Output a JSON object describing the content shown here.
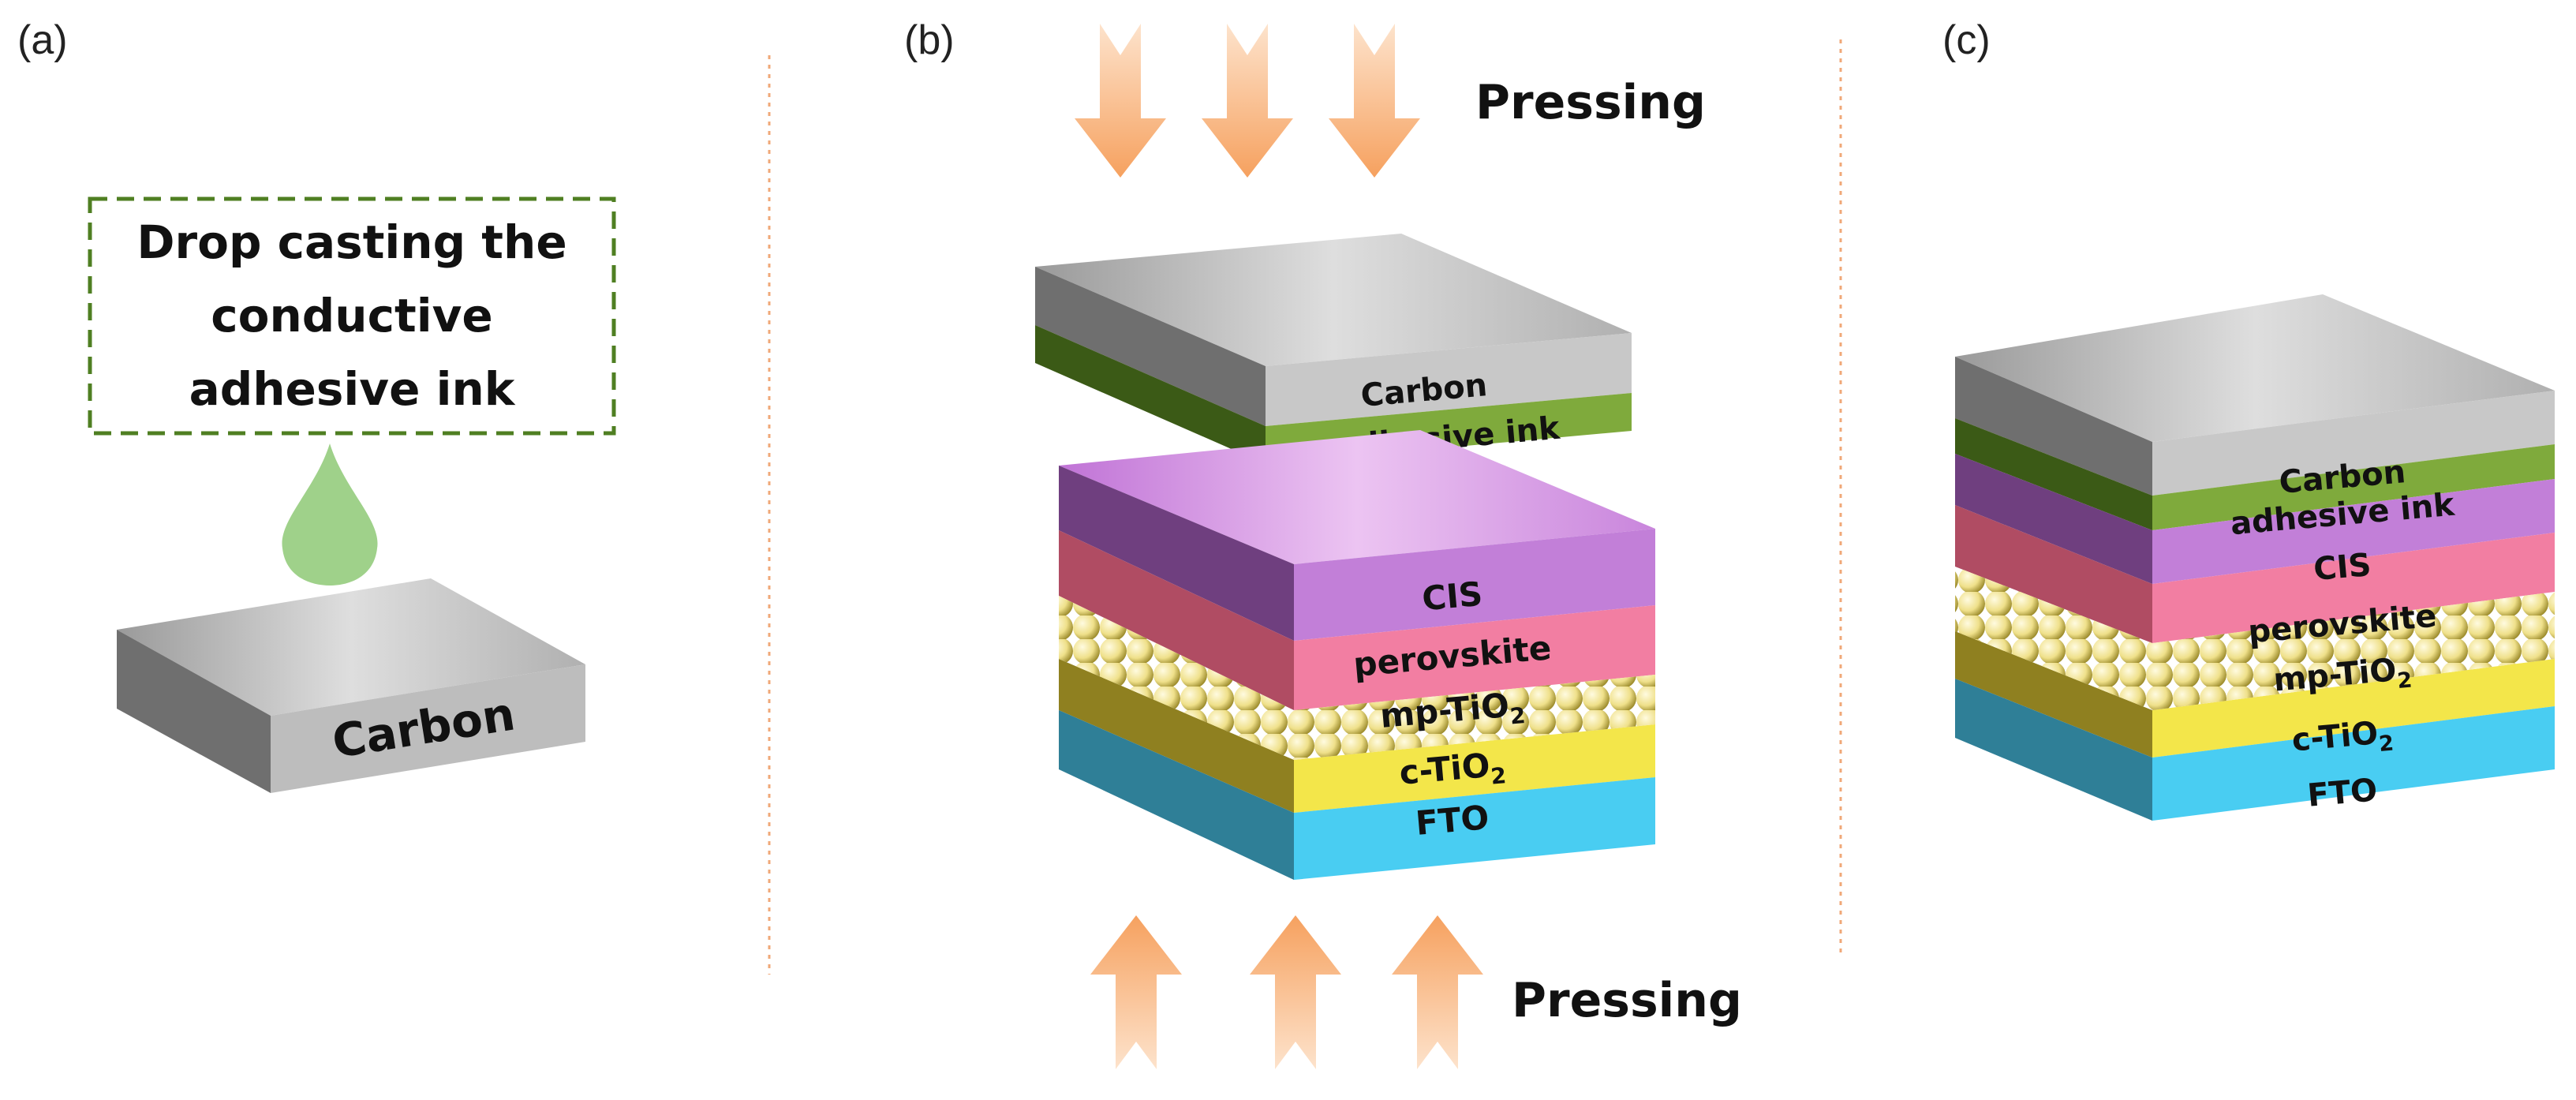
{
  "panels": {
    "a": {
      "label": "(a)"
    },
    "b": {
      "label": "(b)"
    },
    "c": {
      "label": "(c)"
    }
  },
  "drop_box": {
    "line1": "Drop casting the",
    "line2": "conductive",
    "line3": "adhesive ink"
  },
  "pressing": {
    "top": "Pressing",
    "bottom": "Pressing"
  },
  "layers": {
    "carbon": "Carbon",
    "adhesive": "adhesive ink",
    "cis": "CIS",
    "perovskite": "perovskite",
    "mp_tio2": "mp-TiO",
    "c_tio2": "c-TiO",
    "fto": "FTO",
    "subscript": "2"
  },
  "colors": {
    "carbon": "#b5b5b5",
    "adhesive": "#7faa3c",
    "cis": "#c27fd8",
    "perovskite": "#f27ea2",
    "tio2_balls": "#efe08a",
    "c_tio2": "#f3e64a",
    "fto": "#49cdf2",
    "arrow": "#f7b784",
    "dashed_box": "#4f7f22",
    "drop": "#9fd18a",
    "divider": "#f0a878"
  }
}
